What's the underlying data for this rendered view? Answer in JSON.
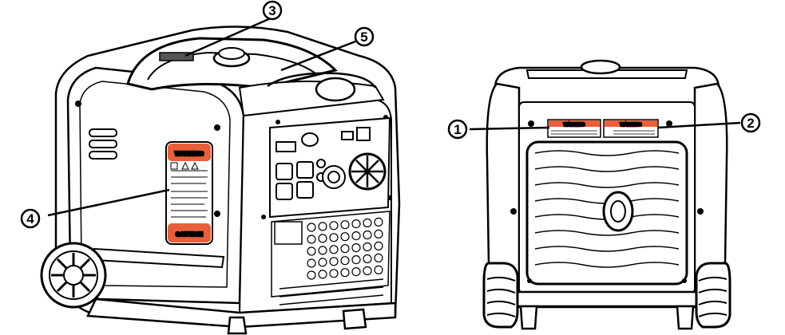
{
  "callouts": [
    {
      "id": "1",
      "label": "1"
    },
    {
      "id": "2",
      "label": "2"
    },
    {
      "id": "3",
      "label": "3"
    },
    {
      "id": "4",
      "label": "4"
    },
    {
      "id": "5",
      "label": "5"
    }
  ],
  "labels": {
    "side_warning": "WARNING",
    "side_caution": "CAUTION",
    "rear_warning_left": "WARNING",
    "rear_warning_right": "WARNING"
  },
  "colors": {
    "label_orange": "#e8603a",
    "outline": "#000000",
    "background": "#ffffff"
  }
}
